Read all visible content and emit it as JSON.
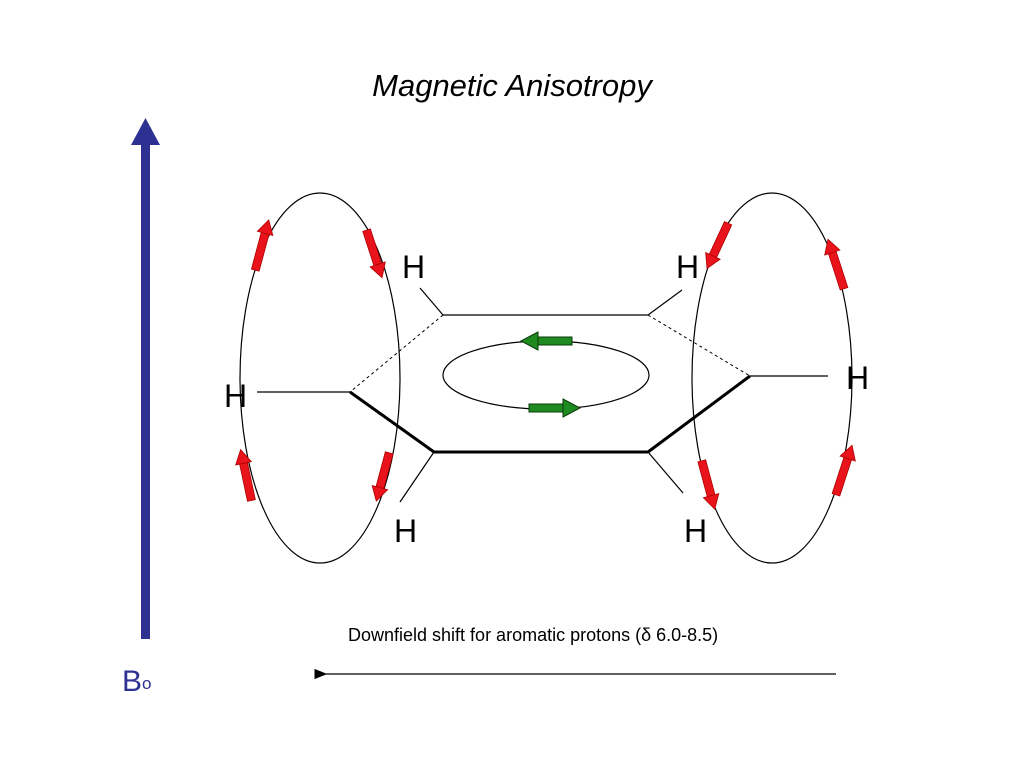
{
  "title": "Magnetic Anisotropy",
  "field": {
    "symbol": "B",
    "superscript": "o",
    "color": "#2e3192"
  },
  "hydrogen_labels": [
    "H",
    "H",
    "H",
    "H",
    "H",
    "H"
  ],
  "caption": "Downfield shift for aromatic protons (δ 6.0-8.5)",
  "colors": {
    "induced_field_arrows": "#e8131b",
    "ring_current_arrows": "#1f8a1f",
    "lines": "#000000"
  }
}
